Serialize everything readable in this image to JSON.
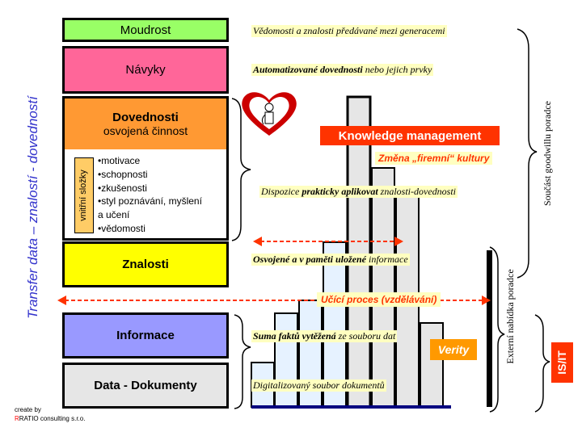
{
  "pyramid": {
    "level1": "Moudrost",
    "level2": "Návyky",
    "level3_title": "Dovednosti",
    "level3_subtitle": "osvojená činnost",
    "inner_label": "vnitřní složky",
    "inner_items": [
      "•motivace",
      "•schopnosti",
      "•zkušenosti",
      "•styl poznávání, myšlení",
      "a učení",
      "•vědomosti"
    ],
    "level4": "Znalosti",
    "level5": "Informace",
    "level6": "Data - Dokumenty"
  },
  "left_axis_label": "Transfer data – znalostí - dovedností",
  "descriptions": {
    "wisdom": "Vědomosti a znalosti předávané mezi generacemi",
    "habits_bold": "Automatizované dovednosti",
    "habits_rest": " nebo jejich prvky",
    "skills_prefix": "Dispozice ",
    "skills_bold": "prakticky aplikovat",
    "skills_rest": " znalosti-dovednosti",
    "knowledge_bold": "Osvojené a v paměti uložené",
    "knowledge_rest": " informace",
    "info_bold": "Suma faktů vytěžená",
    "info_rest": " ze souboru dat",
    "data": "Digitalizovaný soubor dokumentů"
  },
  "callouts": {
    "km": "Knowledge management",
    "culture": "Změna „firemní“ kultury",
    "learning": "Učící proces (vzdělávání)",
    "verity": "Verity"
  },
  "right_labels": {
    "goodwill": "Součást goodwillu poradce",
    "external": "Externí nabídka poradce",
    "isit": "IS/IT"
  },
  "credit": {
    "line1": "create by",
    "r": "R",
    "line2": "RATIO consulting s.r.o."
  },
  "colors": {
    "wisdom": "#99ff66",
    "habits": "#ff6699",
    "skills": "#ff9933",
    "knowledge": "#ffff00",
    "information": "#9999ff",
    "data": "#e6e6e6",
    "accent_red": "#ff3300",
    "verity_orange": "#ff9900",
    "axis_blue": "#3333cc"
  }
}
